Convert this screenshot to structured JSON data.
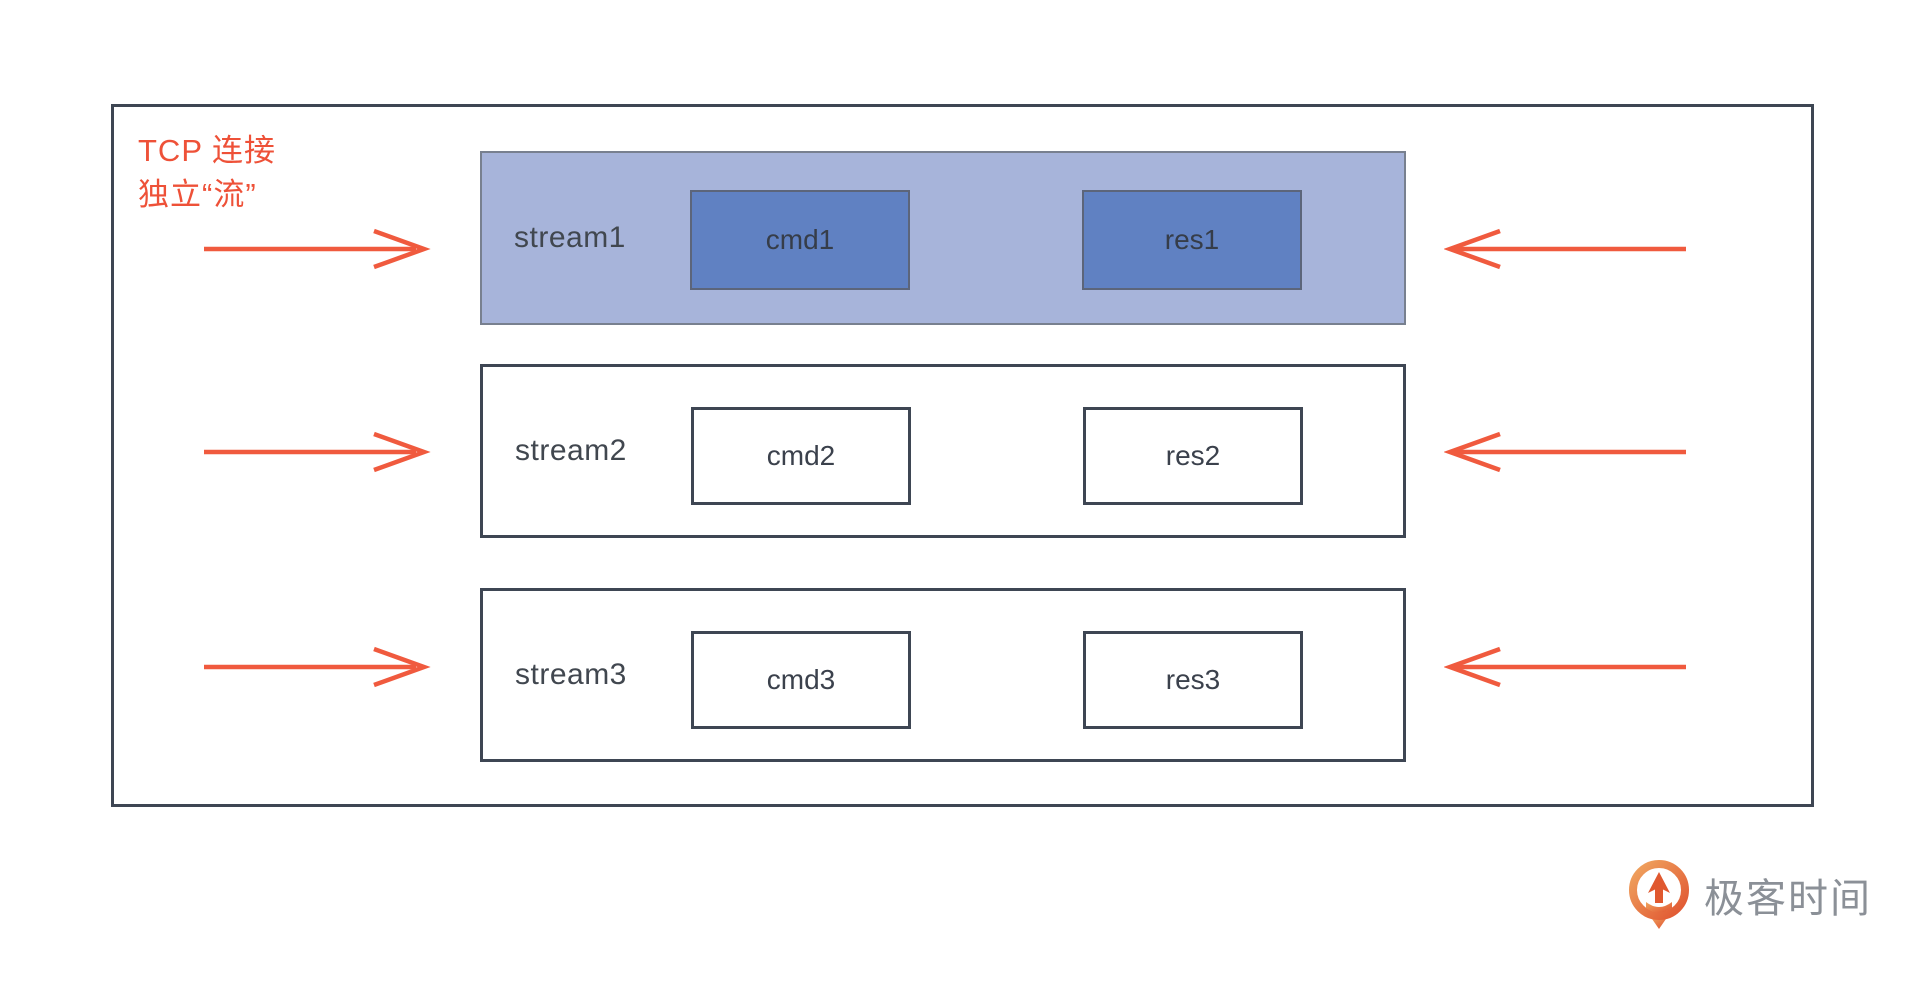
{
  "annotation": {
    "line1": "TCP 连接",
    "line2": "独立“流”"
  },
  "streams": [
    {
      "label": "stream1",
      "cmd": "cmd1",
      "res": "res1",
      "highlighted": true
    },
    {
      "label": "stream2",
      "cmd": "cmd2",
      "res": "res2",
      "highlighted": false
    },
    {
      "label": "stream3",
      "cmd": "cmd3",
      "res": "res3",
      "highlighted": false
    }
  ],
  "arrows": {
    "left_direction": "right",
    "right_direction": "left",
    "count_per_side": 3
  },
  "logo": {
    "text": "极客时间",
    "icon": "geektime-logo-icon"
  },
  "colors": {
    "annotation_red": "#ee5138",
    "arrow_red": "#f05a3e",
    "outer_border": "#3e4653",
    "stream1_fill": "#a7b4da",
    "stream1_border": "#78808f",
    "stream1_box_fill": "#6081c2",
    "stream1_box_border": "#5c657a",
    "label_color": "#41474f",
    "logo_text_gray": "#8b9097",
    "logo_orange_start": "#f0a660",
    "logo_orange_end": "#e05330"
  }
}
